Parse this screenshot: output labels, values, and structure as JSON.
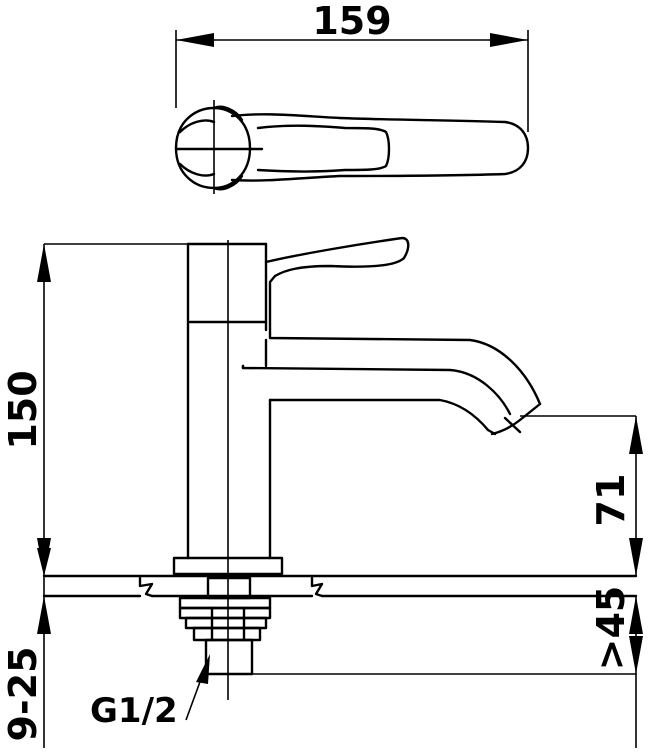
{
  "dimensions": {
    "top_width": "159",
    "total_height": "150",
    "spout_height": "71",
    "min_clearance": ">45",
    "counter_thickness": "9-25"
  },
  "labels": {
    "thread": "G1/2"
  }
}
